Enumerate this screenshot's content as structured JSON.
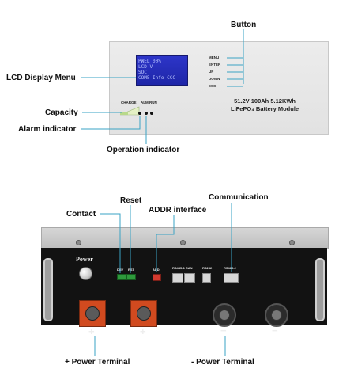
{
  "callouts": {
    "button": "Button",
    "lcd_display_menu": "LCD Display Menu",
    "capacity": "Capacity",
    "alarm_indicator": "Alarm indicator",
    "operation_indicator": "Operation indicator",
    "reset": "Reset",
    "contact": "Contact",
    "addr_interface": "ADDR interface",
    "communication": "Communication",
    "positive_terminal": "+ Power Terminal",
    "negative_terminal": "- Power Terminal"
  },
  "top_panel": {
    "lcd_lines": [
      "PWEL 00%",
      "LCD V",
      "SOC",
      "COM5 Info CCC"
    ],
    "buttons": [
      "MENU",
      "ENTER",
      "UP",
      "DOWN",
      "ESC"
    ],
    "indicator_labels": [
      "CHARGE",
      "ALM  RUN"
    ],
    "module_line1": "51.2V 100Ah 5.12KWh",
    "module_line2": "LiFePO₄ Battery Module"
  },
  "front_panel": {
    "power_label": "Power",
    "dry_label": "DRY",
    "rst_label": "RST",
    "addr_label": "ADD",
    "rs485_can_label": "RS485-1 CAN",
    "rs232_label": "RS232",
    "rs485_2_label": "RS485-2",
    "plus_signs": [
      "+",
      "+"
    ],
    "minus_signs": [
      "−",
      "−"
    ]
  }
}
